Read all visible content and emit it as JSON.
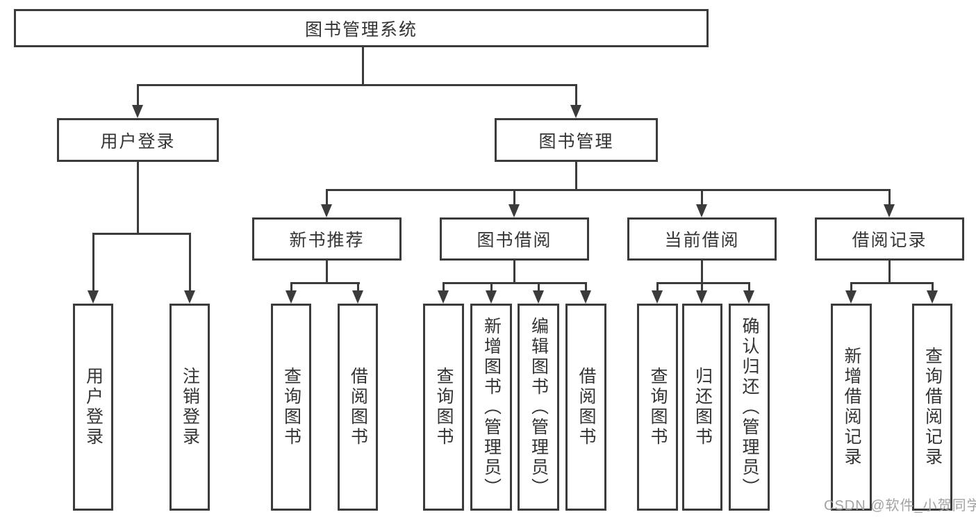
{
  "diagram": {
    "root": "图书管理系统",
    "level2": {
      "user_login": "用户登录",
      "book_mgmt": "图书管理"
    },
    "level3": {
      "new_book_rec": "新书推荐",
      "book_borrow": "图书借阅",
      "current_borrow": "当前借阅",
      "borrow_records": "借阅记录"
    },
    "leaves": {
      "user_login": "用户登录",
      "logout": "注销登录",
      "rec_query_book": "查询图书",
      "rec_borrow_book": "借阅图书",
      "bb_query_book": "查询图书",
      "bb_add_book": "新增图书（管理员）",
      "bb_edit_book": "编辑图书（管理员）",
      "bb_borrow_book": "借阅图书",
      "cb_query_book": "查询图书",
      "cb_return_book": "归还图书",
      "cb_confirm_return": "确认归还（管理员）",
      "br_add_record": "新增借阅记录",
      "br_query_record": "查询借阅记录"
    }
  },
  "watermark": "CSDN @软件_小贺同学",
  "colors": {
    "line": "#3b3b3b",
    "text": "#333333",
    "background": "#ffffff",
    "watermark": "#a3a3a3"
  }
}
